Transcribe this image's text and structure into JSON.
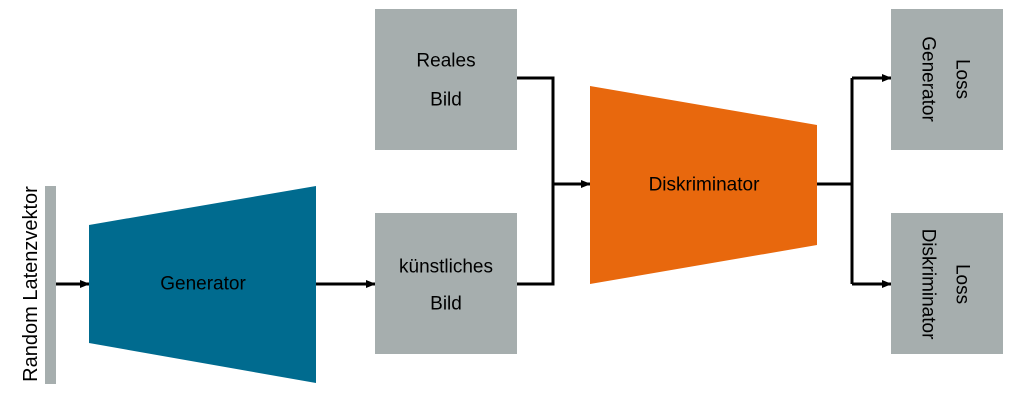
{
  "colors": {
    "box": "#a6aeae",
    "generator": "#006b8f",
    "discriminator": "#e8680d",
    "connector": "#000000",
    "background": "#ffffff"
  },
  "latent": {
    "label": "Random Latenzvektor"
  },
  "generator": {
    "label": "Generator"
  },
  "real_image": {
    "line1": "Reales",
    "line2": "Bild"
  },
  "fake_image": {
    "line1": "künstliches",
    "line2": "Bild"
  },
  "discriminator": {
    "label": "Diskriminator"
  },
  "loss_generator": {
    "line1": "Loss",
    "line2": "Generator"
  },
  "loss_discriminator": {
    "line1": "Loss",
    "line2": "Diskriminator"
  }
}
